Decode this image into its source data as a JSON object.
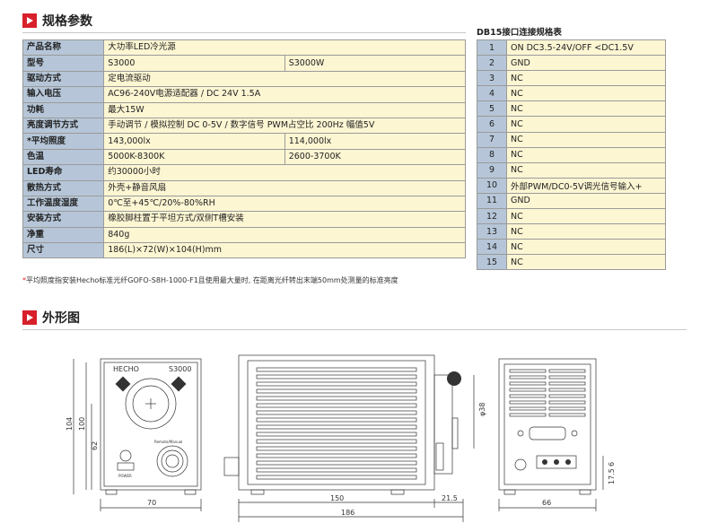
{
  "sections": {
    "spec_title": "规格参数",
    "outline_title": "外形图"
  },
  "spec_rows": [
    {
      "label": "产品名称",
      "values": [
        "大功率LED冷光源"
      ]
    },
    {
      "label": "型号",
      "values": [
        "S3000",
        "S3000W"
      ]
    },
    {
      "label": "驱动方式",
      "values": [
        "定电流驱动"
      ]
    },
    {
      "label": "输入电压",
      "values": [
        "AC96-240V电源适配器 / DC 24V 1.5A"
      ]
    },
    {
      "label": "功耗",
      "values": [
        "最大15W"
      ]
    },
    {
      "label": "亮度调节方式",
      "values": [
        "手动调节 / 模拟控制 DC 0-5V / 数字信号 PWM占空比 200Hz 幅值5V"
      ]
    },
    {
      "label": "*平均照度",
      "values": [
        "143,000lx",
        "114,000lx"
      ]
    },
    {
      "label": "色温",
      "values": [
        "5000K-8300K",
        "2600-3700K"
      ]
    },
    {
      "label": "LED寿命",
      "values": [
        "约30000小时"
      ]
    },
    {
      "label": "散热方式",
      "values": [
        "外壳+静音风扇"
      ]
    },
    {
      "label": "工作温度湿度",
      "values": [
        "0℃至+45℃/20%-80%RH"
      ]
    },
    {
      "label": "安装方式",
      "values": [
        "橡胶脚柱置于平坦方式/双侧T槽安装"
      ]
    },
    {
      "label": "净重",
      "values": [
        "840g"
      ]
    },
    {
      "label": "尺寸",
      "values": [
        "186(L)×72(W)×104(H)mm"
      ]
    }
  ],
  "footnote": {
    "star": "*",
    "text": "平均照度指安装Hecho标准光纤GOFO-S8H-1000-F1且使用最大量时, 在距离光纤转出末端50mm处测量的标准亮度"
  },
  "db15": {
    "title": "DB15接口连接规格表",
    "rows": [
      {
        "pin": "1",
        "desc": "ON DC3.5-24V/OFF <DC1.5V"
      },
      {
        "pin": "2",
        "desc": "GND"
      },
      {
        "pin": "3",
        "desc": "NC"
      },
      {
        "pin": "4",
        "desc": "NC"
      },
      {
        "pin": "5",
        "desc": "NC"
      },
      {
        "pin": "6",
        "desc": "NC"
      },
      {
        "pin": "7",
        "desc": "NC"
      },
      {
        "pin": "8",
        "desc": "NC"
      },
      {
        "pin": "9",
        "desc": "NC"
      },
      {
        "pin": "10",
        "desc": "外部PWM/DC0-5V调光信号输入+"
      },
      {
        "pin": "11",
        "desc": "GND"
      },
      {
        "pin": "12",
        "desc": "NC"
      },
      {
        "pin": "13",
        "desc": "NC"
      },
      {
        "pin": "14",
        "desc": "NC"
      },
      {
        "pin": "15",
        "desc": "NC"
      }
    ]
  },
  "drawing": {
    "front_brand": "HECHO",
    "front_model": "S3000",
    "front_knob_label": "Remote/Manual",
    "front_power_label": "POWER",
    "dim_front_width": "70",
    "dim_front_height": "104",
    "dim_front_inner": "100",
    "dim_front_axis": "62",
    "dim_side_body": "150",
    "dim_side_port": "21.5",
    "dim_side_total": "186",
    "dim_port_dia": "φ38",
    "dim_rear_width": "66",
    "dim_rear_a": "17.5",
    "dim_rear_b": "6"
  }
}
